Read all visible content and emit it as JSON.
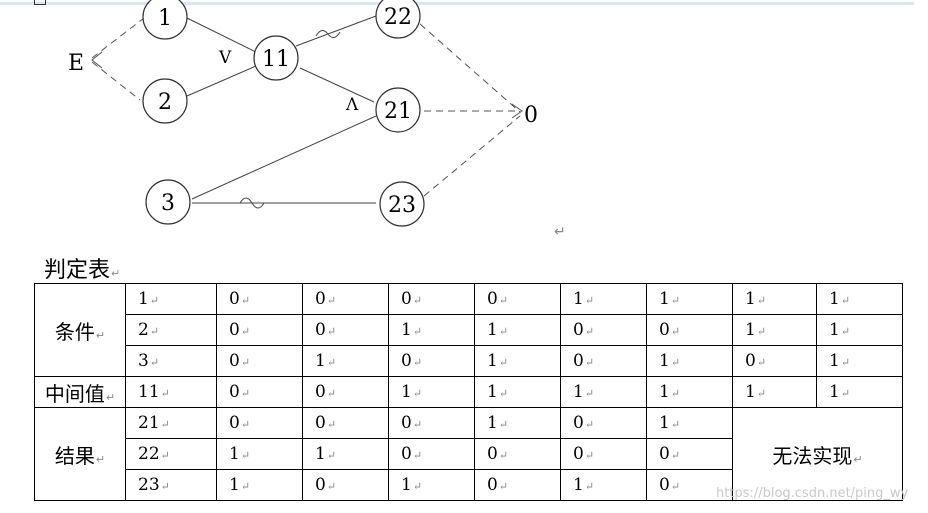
{
  "graph": {
    "side_labels": {
      "E": "E",
      "O": "0"
    },
    "operators": {
      "or": "V",
      "and": "Λ"
    },
    "nodes": {
      "n1": "1",
      "n2": "2",
      "n3": "3",
      "n11": "11",
      "n21": "21",
      "n22": "22",
      "n23": "23"
    },
    "para_mark": "↵"
  },
  "caption": "判定表",
  "table": {
    "row_headers": {
      "conditions": "条件",
      "intermediate": "中间值",
      "results": "结果"
    },
    "rows": [
      {
        "id": "1",
        "cells": [
          "0",
          "0",
          "0",
          "0",
          "1",
          "1",
          "1",
          "1"
        ]
      },
      {
        "id": "2",
        "cells": [
          "0",
          "0",
          "1",
          "1",
          "0",
          "0",
          "1",
          "1"
        ]
      },
      {
        "id": "3",
        "cells": [
          "0",
          "1",
          "0",
          "1",
          "0",
          "1",
          "0",
          "1"
        ]
      },
      {
        "id": "11",
        "cells": [
          "0",
          "0",
          "1",
          "1",
          "1",
          "1",
          "1",
          "1"
        ]
      },
      {
        "id": "21",
        "cells": [
          "0",
          "0",
          "0",
          "1",
          "0",
          "1"
        ]
      },
      {
        "id": "22",
        "cells": [
          "1",
          "1",
          "0",
          "0",
          "0",
          "0"
        ]
      },
      {
        "id": "23",
        "cells": [
          "1",
          "0",
          "1",
          "0",
          "1",
          "0"
        ]
      }
    ],
    "impossible": "无法实现"
  },
  "watermark": "https://blog.csdn.net/ping_wy"
}
